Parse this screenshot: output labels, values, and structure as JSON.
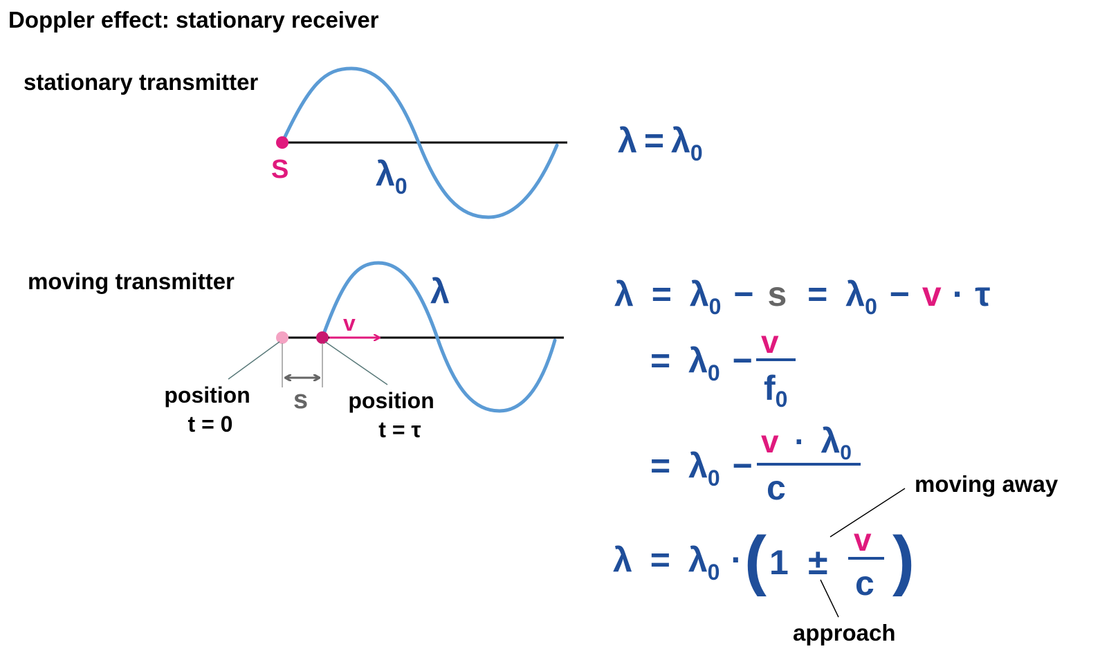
{
  "title": "Doppler effect: stationary receiver",
  "colors": {
    "wave": "#5b9bd5",
    "accent": "#e0197d",
    "formula": "#1f4e9a",
    "gray": "#666666",
    "ghost": "#f4a3c3"
  },
  "stationary": {
    "heading": "stationary transmitter",
    "source_label": "S",
    "wavelength_symbol": "λ",
    "wavelength_sub": "0",
    "eq": {
      "lhs": "λ",
      "eq": "=",
      "rhs": "λ",
      "rhs_sub": "0"
    }
  },
  "moving": {
    "heading": "moving transmitter",
    "wavelength_symbol": "λ",
    "velocity_label": "v",
    "distance_label": "s",
    "pos0_line1": "position",
    "pos0_line2": "t = 0",
    "posT_line1": "position",
    "posT_line2": "t = τ"
  },
  "formulas": {
    "lambda": "λ",
    "zero": "0",
    "eq": "=",
    "minus": "−",
    "s": "s",
    "v": "v",
    "dot": "·",
    "tau": "τ",
    "f": "f",
    "c": "c",
    "one": "1",
    "pm": "±",
    "lparen": "(",
    "rparen": ")"
  },
  "annotations": {
    "moving_away": "moving away",
    "approach": "approach"
  }
}
